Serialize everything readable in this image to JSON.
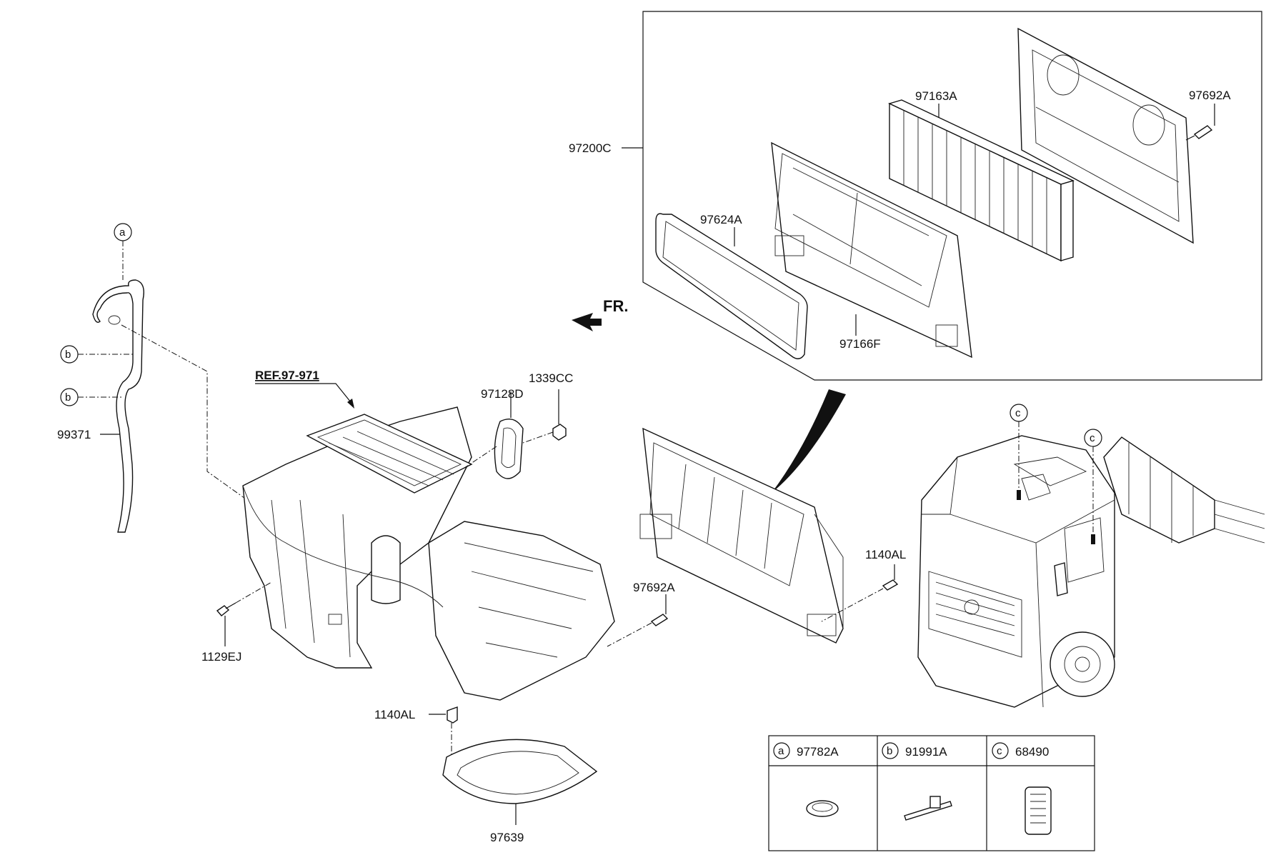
{
  "diagram": {
    "ref_label": "REF.97-971",
    "front_marker": "FR.",
    "callouts": {
      "p97200C": "97200C",
      "p97163A": "97163A",
      "p97692A_top": "97692A",
      "p97624A": "97624A",
      "p97166F": "97166F",
      "p1339CC": "1339CC",
      "p97128D": "97128D",
      "p99371": "99371",
      "p1140AL_right": "1140AL",
      "p97692A_mid": "97692A",
      "p1129EJ": "1129EJ",
      "p1140AL_bottom": "1140AL",
      "p97639": "97639"
    },
    "markers": {
      "a": "a",
      "b": "b",
      "c": "c"
    },
    "legend": [
      {
        "letter": "a",
        "part_no": "97782A"
      },
      {
        "letter": "b",
        "part_no": "91991A"
      },
      {
        "letter": "c",
        "part_no": "68490"
      }
    ]
  }
}
